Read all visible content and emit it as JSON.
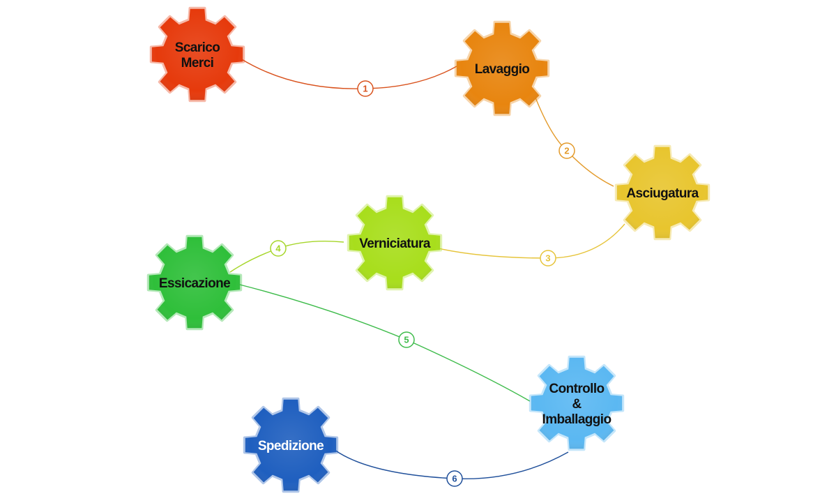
{
  "steps": [
    {
      "label_lines": [
        "Scarico",
        "Merci"
      ],
      "color": "#e63a0c",
      "text_color": "#111111"
    },
    {
      "label_lines": [
        "Lavaggio"
      ],
      "color": "#e8850f",
      "text_color": "#111111"
    },
    {
      "label_lines": [
        "Asciugatura"
      ],
      "color": "#e8c52e",
      "text_color": "#111111"
    },
    {
      "label_lines": [
        "Verniciatura"
      ],
      "color": "#a8de1c",
      "text_color": "#111111"
    },
    {
      "label_lines": [
        "Essicazione"
      ],
      "color": "#2fbf3a",
      "text_color": "#111111"
    },
    {
      "label_lines": [
        "Controllo",
        "&",
        "Imballaggio"
      ],
      "color": "#5bb8f2",
      "text_color": "#111111"
    },
    {
      "label_lines": [
        "Spedizione"
      ],
      "color": "#1f5fbf",
      "text_color": "#ffffff"
    }
  ],
  "connectors": [
    {
      "number": "1",
      "color": "#d9531e"
    },
    {
      "number": "2",
      "color": "#e39a2a"
    },
    {
      "number": "3",
      "color": "#e6c43a"
    },
    {
      "number": "4",
      "color": "#a6d62a"
    },
    {
      "number": "5",
      "color": "#3dbb4a"
    },
    {
      "number": "6",
      "color": "#1f4f9a"
    }
  ]
}
